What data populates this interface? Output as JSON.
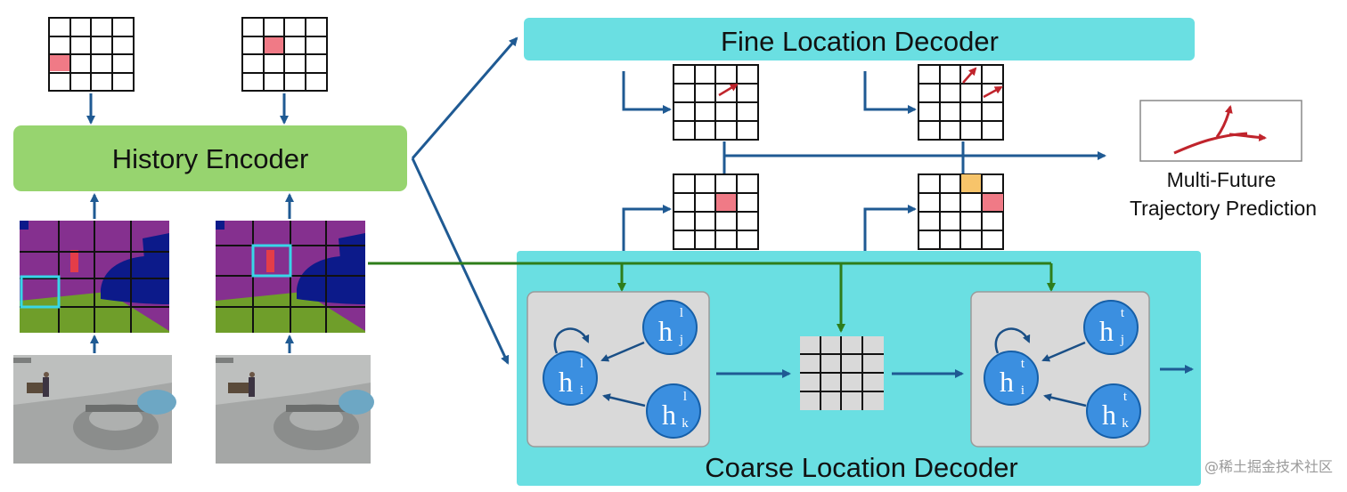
{
  "labels": {
    "history_encoder": "History Encoder",
    "fine_decoder": "Fine Location Decoder",
    "coarse_decoder": "Coarse Location Decoder",
    "output_line1": "Multi-Future",
    "output_line2": "Trajectory Prediction"
  },
  "graph_nodes": {
    "left": {
      "node_i": {
        "base": "h",
        "sup": "l",
        "sub": "i"
      },
      "node_j": {
        "base": "h",
        "sup": "l",
        "sub": "j"
      },
      "node_k": {
        "base": "h",
        "sup": "l",
        "sub": "k"
      }
    },
    "right": {
      "node_i": {
        "base": "h",
        "sup": "t",
        "sub": "i"
      },
      "node_j": {
        "base": "h",
        "sup": "t",
        "sub": "j"
      },
      "node_k": {
        "base": "h",
        "sup": "t",
        "sub": "k"
      }
    }
  },
  "watermark": "@稀土掘金技术社区",
  "colors": {
    "encoder_fill": "#97d46f",
    "decoder_fill": "#6adfe2",
    "arrow_blue": "#1f5a93",
    "arrow_green": "#2e7d1a",
    "node_fill": "#3b8fe0",
    "node_stroke": "#155fa8",
    "cell_pink": "#f07a86",
    "cell_orange": "#f7c46a",
    "traj_red": "#c0242c",
    "seg_purple": "#85308f",
    "seg_green": "#6f9e2a",
    "seg_navy": "#0c1a8a",
    "highlight_cyan": "#38d6e8"
  }
}
